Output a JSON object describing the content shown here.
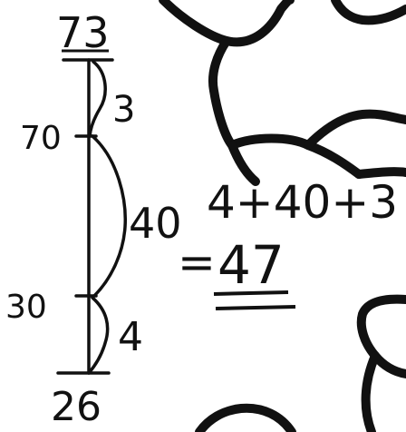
{
  "number_line": {
    "top_label": "73",
    "bottom_label": "26",
    "tick_labels": [
      "70",
      "30"
    ],
    "jumps": [
      "3",
      "40",
      "4"
    ]
  },
  "equation": {
    "sum_text": "4+40+3",
    "equals": "=",
    "result": "47"
  },
  "colors": {
    "ink": "#111111",
    "paper": "#ffffff"
  }
}
